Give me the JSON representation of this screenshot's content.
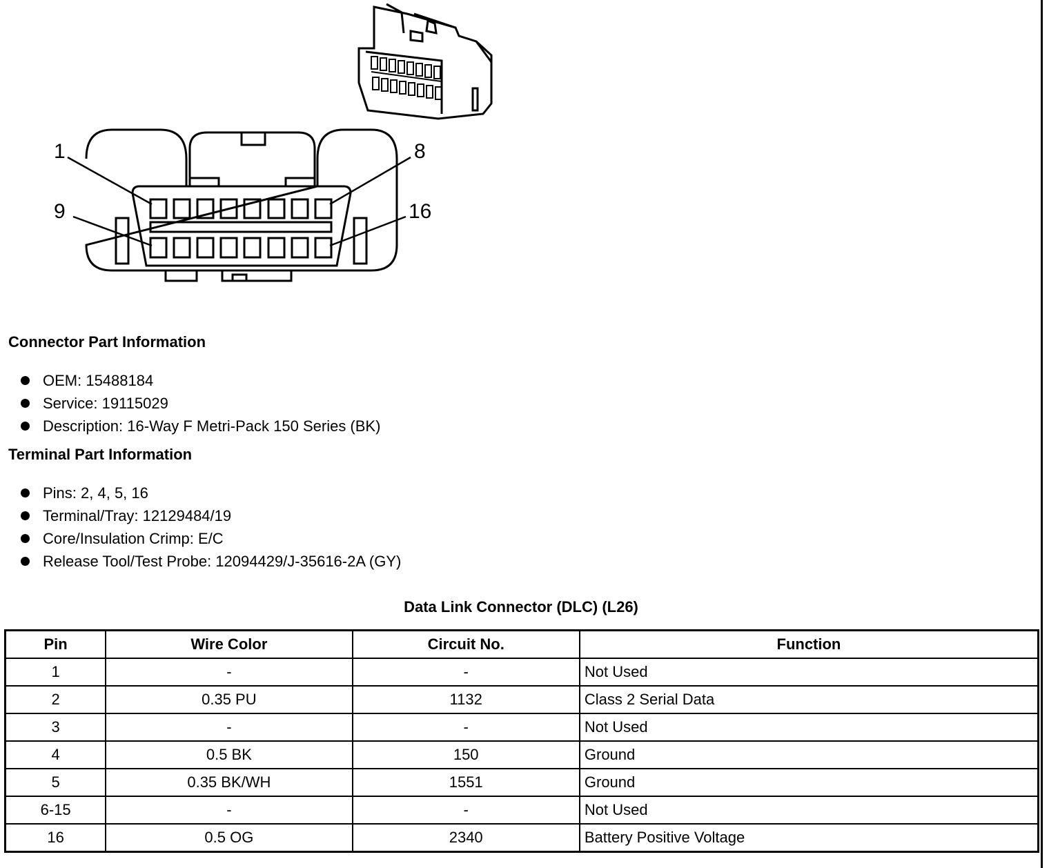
{
  "diagram": {
    "pin_labels": [
      "1",
      "8",
      "9",
      "16"
    ]
  },
  "connector_part_info": {
    "heading": "Connector Part Information",
    "items": [
      "OEM: 15488184",
      "Service: 19115029",
      "Description: 16-Way F Metri-Pack 150 Series (BK)"
    ]
  },
  "terminal_part_info": {
    "heading": "Terminal Part Information",
    "items": [
      "Pins: 2, 4, 5, 16",
      "Terminal/Tray: 12129484/19",
      "Core/Insulation Crimp: E/C",
      "Release Tool/Test Probe: 12094429/J-35616-2A (GY)"
    ]
  },
  "table": {
    "title": "Data Link Connector (DLC) (L26)",
    "headers": [
      "Pin",
      "Wire Color",
      "Circuit No.",
      "Function"
    ],
    "rows": [
      [
        "1",
        "-",
        "-",
        "Not Used"
      ],
      [
        "2",
        "0.35 PU",
        "1132",
        "Class 2 Serial Data"
      ],
      [
        "3",
        "-",
        "-",
        "Not Used"
      ],
      [
        "4",
        "0.5 BK",
        "150",
        "Ground"
      ],
      [
        "5",
        "0.35 BK/WH",
        "1551",
        "Ground"
      ],
      [
        "6-15",
        "-",
        "-",
        "Not Used"
      ],
      [
        "16",
        "0.5 OG",
        "2340",
        "Battery Positive Voltage"
      ]
    ]
  }
}
